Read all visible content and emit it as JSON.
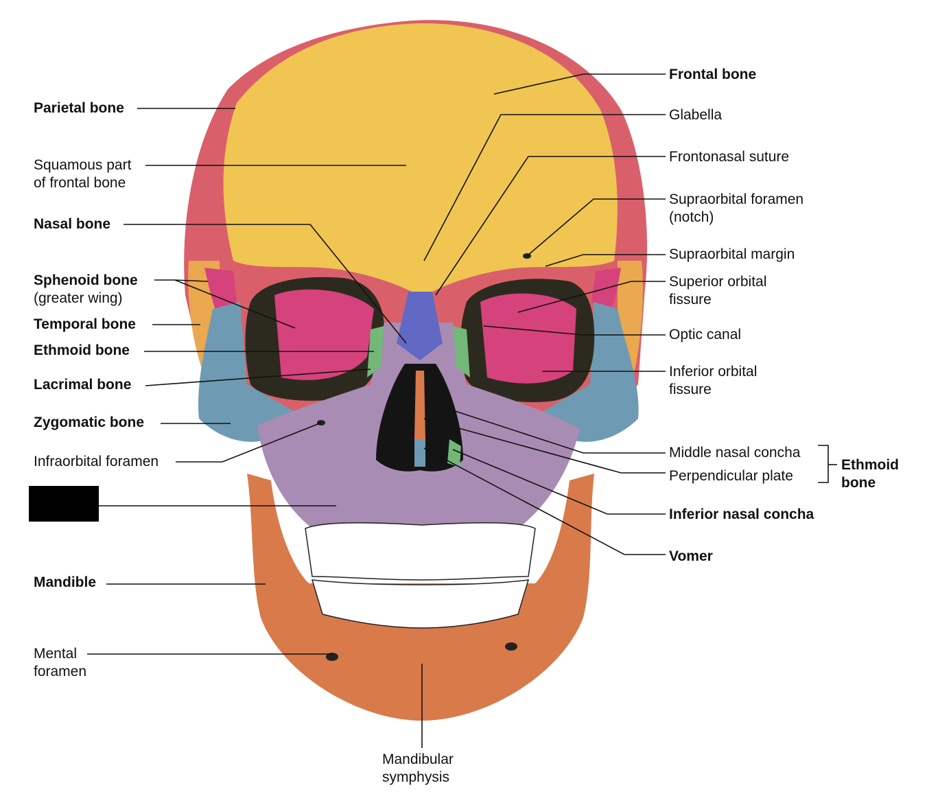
{
  "colors": {
    "frontal": "#f0c552",
    "parietal": "#d9606a",
    "temporal": "#eaa84f",
    "sphenoid": "#d6427c",
    "zygomatic": "#6e9bb3",
    "maxilla": "#a98cb3",
    "nasal": "#6269c4",
    "ethmoid": "#73b779",
    "mandible": "#d97a4b",
    "teeth": "#ffffff"
  },
  "labels": {
    "left": {
      "parietal": "Parietal bone",
      "squamous_1": "Squamous part",
      "squamous_2": "of frontal bone",
      "nasal": "Nasal bone",
      "sphenoid": "Sphenoid bone",
      "sphenoid_sub": "(greater wing)",
      "temporal": "Temporal bone",
      "ethmoid": "Ethmoid bone",
      "lacrimal": "Lacrimal bone",
      "zygomatic": "Zygomatic bone",
      "infraorbital": "Infraorbital foramen",
      "mandible": "Mandible",
      "mental_1": "Mental",
      "mental_2": "foramen"
    },
    "right": {
      "frontal": "Frontal bone",
      "glabella": "Glabella",
      "frontonasal": "Frontonasal suture",
      "supraorbital_foramen_1": "Supraorbital foramen",
      "supraorbital_foramen_2": "(notch)",
      "supraorbital_margin": "Supraorbital margin",
      "superior_orbital_1": "Superior orbital",
      "superior_orbital_2": "fissure",
      "optic": "Optic canal",
      "inferior_orbital_1": "Inferior orbital",
      "inferior_orbital_2": "fissure",
      "middle_concha": "Middle nasal concha",
      "perpendicular": "Perpendicular plate",
      "ethmoid_group_1": "Ethmoid",
      "ethmoid_group_2": "bone",
      "inferior_concha": "Inferior nasal concha",
      "vomer": "Vomer"
    },
    "bottom": {
      "symphysis_1": "Mandibular",
      "symphysis_2": "symphysis"
    }
  }
}
